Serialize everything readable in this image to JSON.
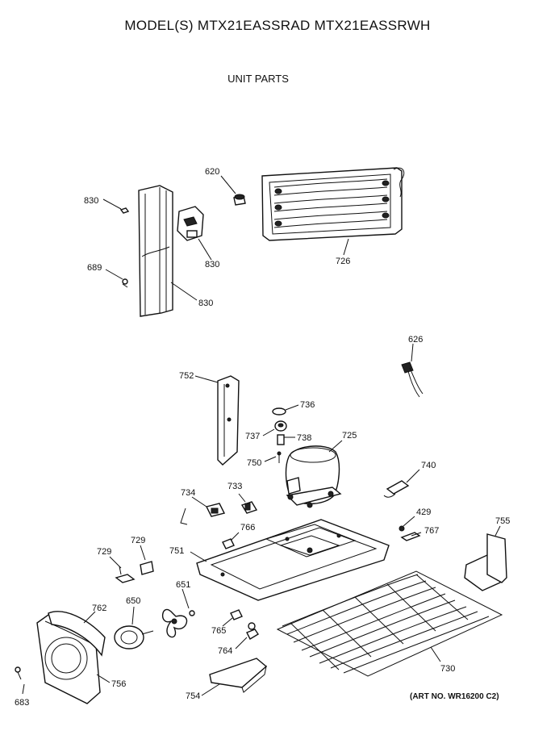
{
  "header": {
    "title": "MODEL(S) MTX21EASSRAD  MTX21EASSRWH",
    "subtitle": "UNIT PARTS"
  },
  "footer": {
    "art_number": "(ART NO. WR16200 C2)"
  },
  "callouts": [
    {
      "id": "c620",
      "label": "620"
    },
    {
      "id": "c830a",
      "label": "830"
    },
    {
      "id": "c830b",
      "label": "830"
    },
    {
      "id": "c830c",
      "label": "830"
    },
    {
      "id": "c689",
      "label": "689"
    },
    {
      "id": "c726",
      "label": "726"
    },
    {
      "id": "c626",
      "label": "626"
    },
    {
      "id": "c752",
      "label": "752"
    },
    {
      "id": "c736",
      "label": "736"
    },
    {
      "id": "c737",
      "label": "737"
    },
    {
      "id": "c738",
      "label": "738"
    },
    {
      "id": "c725",
      "label": "725"
    },
    {
      "id": "c750",
      "label": "750"
    },
    {
      "id": "c740",
      "label": "740"
    },
    {
      "id": "c734",
      "label": "734"
    },
    {
      "id": "c733",
      "label": "733"
    },
    {
      "id": "c429",
      "label": "429"
    },
    {
      "id": "c767",
      "label": "767"
    },
    {
      "id": "c755",
      "label": "755"
    },
    {
      "id": "c766",
      "label": "766"
    },
    {
      "id": "c729a",
      "label": "729"
    },
    {
      "id": "c729b",
      "label": "729"
    },
    {
      "id": "c751",
      "label": "751"
    },
    {
      "id": "c651",
      "label": "651"
    },
    {
      "id": "c762",
      "label": "762"
    },
    {
      "id": "c650",
      "label": "650"
    },
    {
      "id": "c765",
      "label": "765"
    },
    {
      "id": "c764",
      "label": "764"
    },
    {
      "id": "c730",
      "label": "730"
    },
    {
      "id": "c756",
      "label": "756"
    },
    {
      "id": "c683",
      "label": "683"
    },
    {
      "id": "c754",
      "label": "754"
    }
  ]
}
